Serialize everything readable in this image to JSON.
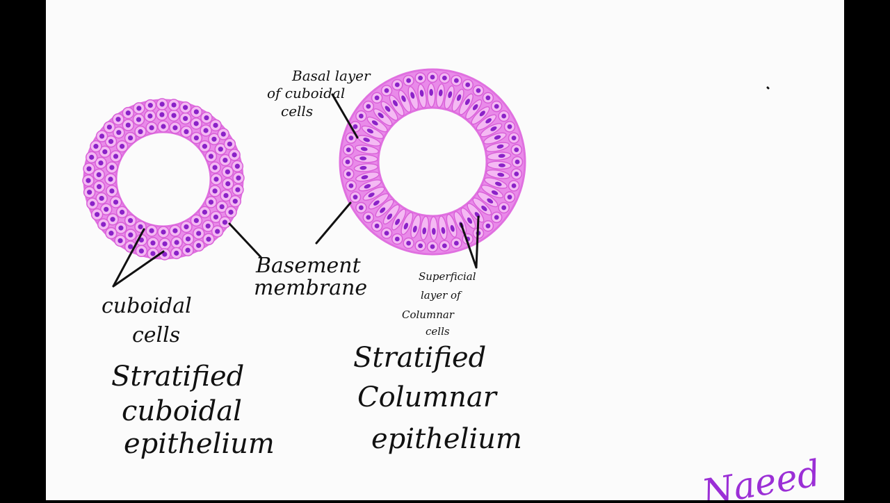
{
  "colors": {
    "border": "#000000",
    "paper": "#fbfbfb",
    "tissue": "#e98ae9",
    "tissue_light": "#f4b9f3",
    "nucleus": "#8a22c8",
    "ink": "#111111",
    "signature": "#9b2fd6"
  },
  "labels": {
    "basal_layer": [
      "Basal layer",
      "of cuboidal",
      "cells"
    ],
    "basement_membrane": [
      "Basement",
      "membrane"
    ],
    "cuboidal_cells": [
      "cuboidal",
      "cells"
    ],
    "superficial_layer": [
      "Superficial",
      "layer of",
      "Columnar",
      "cells"
    ],
    "title_left": [
      "Stratified",
      "cuboidal",
      "epithelium"
    ],
    "title_right": [
      "Stratified",
      "Columnar",
      "epithelium"
    ],
    "signature": "Naeed"
  }
}
